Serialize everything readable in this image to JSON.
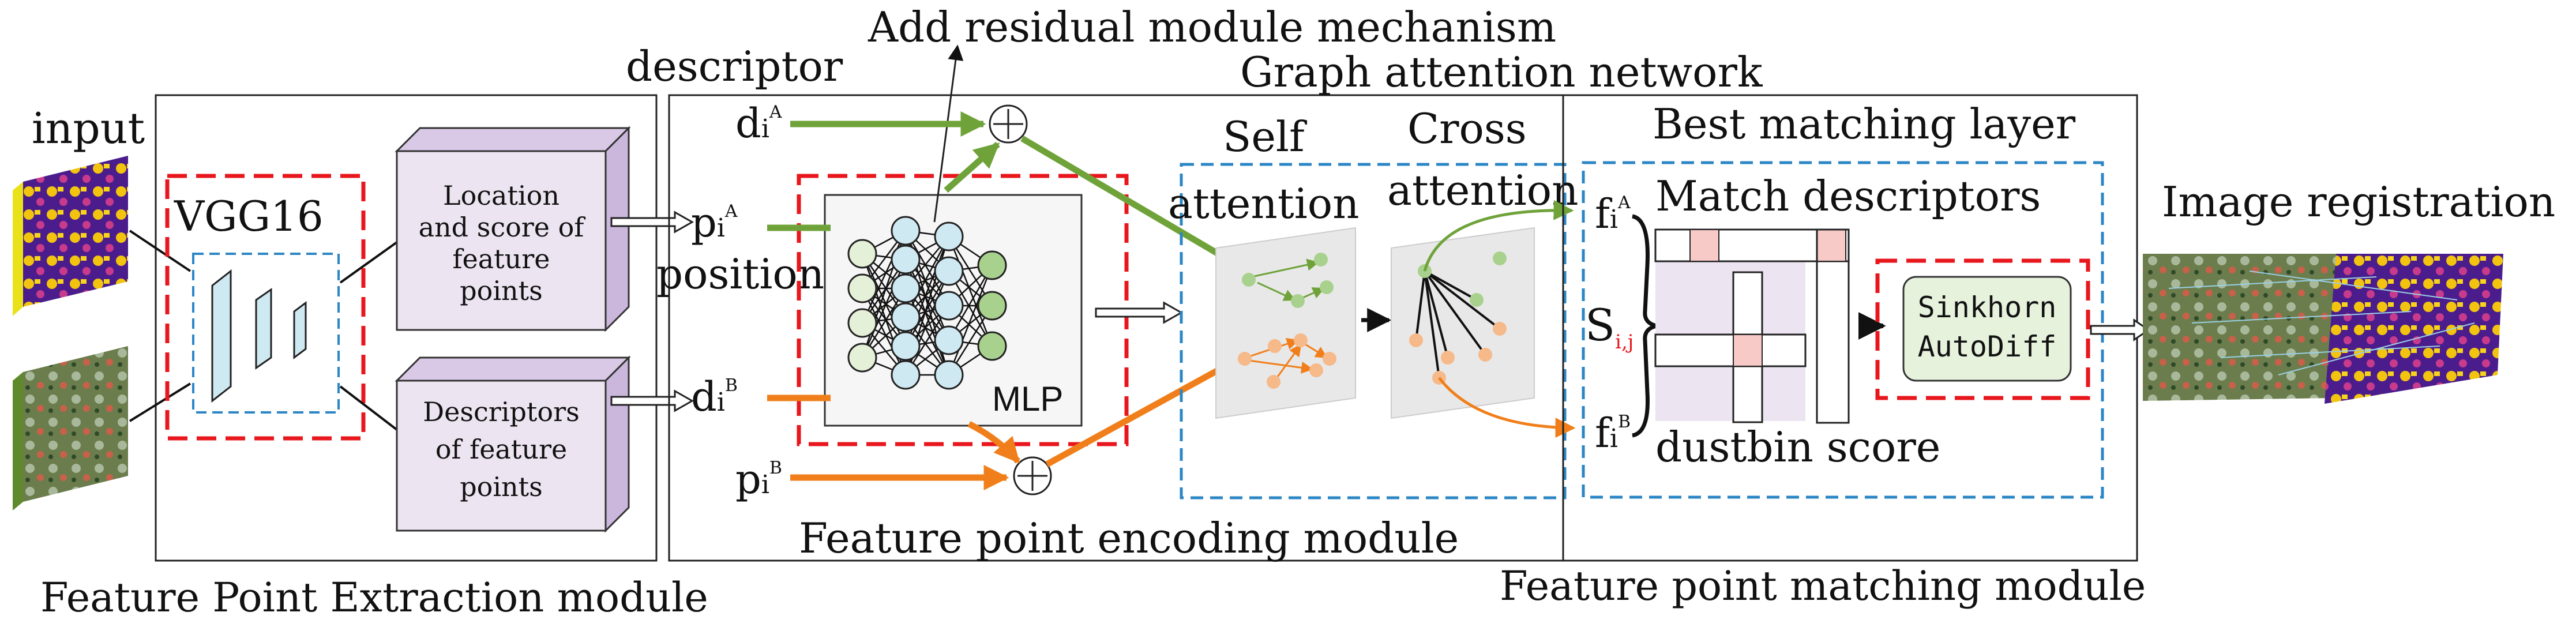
{
  "colors": {
    "red_dash": "#e8171d",
    "blue_dash": "#2b86c5",
    "green_arrow": "#6fa33a",
    "orange_arrow": "#f07f1b",
    "box_face": "#ece4f1",
    "box_side": "#cbb7dc",
    "vgg_layer": "#cfe9f3",
    "node": "#cfe9f3",
    "sinkhorn": "#e7f2dd"
  },
  "labels": {
    "input": "input",
    "vgg": "VGG16",
    "loc_box": [
      "Location",
      "and score of",
      "feature",
      "points"
    ],
    "desc_box": [
      "Descriptors",
      "of feature",
      "points"
    ],
    "extraction_module": "Feature Point Extraction module",
    "descriptor": "descriptor",
    "position": "position",
    "residual": "Add residual module mechanism",
    "graph_attention": "Graph attention network",
    "mlp": "MLP",
    "self": "Self",
    "attention_self": "attention",
    "cross": "Cross",
    "attention_cross": "attention",
    "encoding_module": "Feature point encoding module",
    "best_matching": "Best matching layer",
    "match_descriptors": "Match descriptors",
    "dustbin": "dustbin score",
    "sinkhorn_1": "Sinkhorn",
    "sinkhorn_2": "AutoDiff",
    "matching_module": "Feature point matching module",
    "image_registration": "Image registration"
  },
  "symbols": {
    "d": "d",
    "p": "p",
    "f": "f",
    "i": "i",
    "S": "S",
    "A": "A",
    "B": "B",
    "ij": "i,j"
  }
}
